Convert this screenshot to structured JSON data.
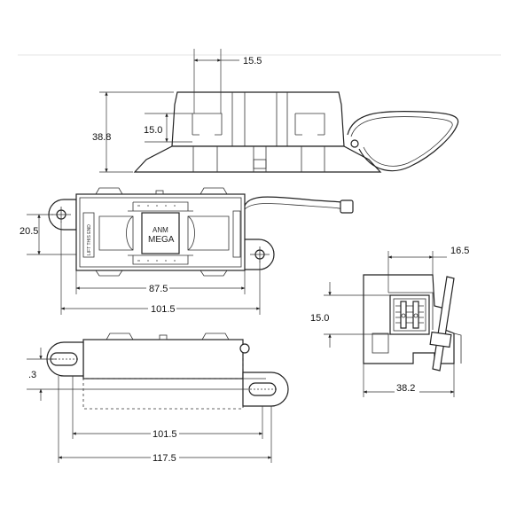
{
  "diagram": {
    "dimensions": {
      "top_width": "15.5",
      "top_inner_height": "15.0",
      "top_height": "38.8",
      "plan_height": "20.5",
      "plan_inner_length": "87.5",
      "plan_length": "101.5",
      "side_width": "16.5",
      "side_height": "15.0",
      "side_depth": "38.2",
      "bottom_left_partial": ".3",
      "bottom_inner_length": "101.5",
      "bottom_length": "117.5"
    },
    "labels": {
      "brand": "ANM",
      "model": "MEGA",
      "side_note": "LIFT THIS END"
    }
  }
}
